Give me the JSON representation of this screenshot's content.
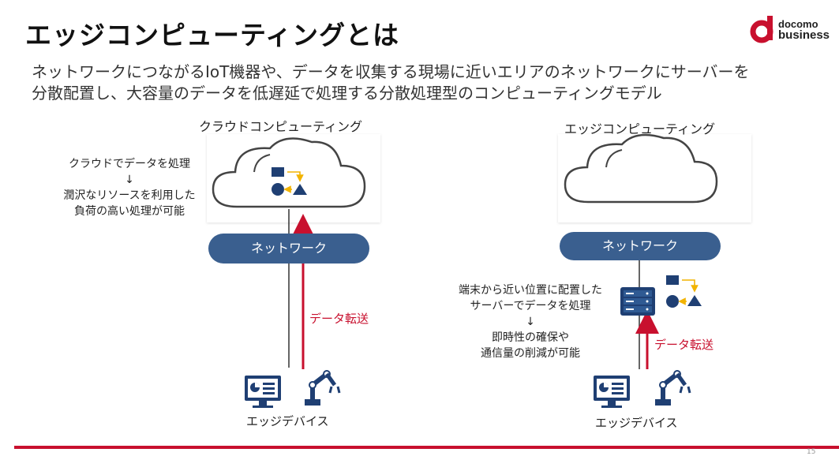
{
  "slide": {
    "title": "エッジコンピューティングとは",
    "subtitle_lines": [
      "ネットワークにつながるIoT機器や、データを収集する現場に近いエリアのネットワークにサーバーを",
      "分散配置し、大容量のデータを低遅延で処理する分散処理型のコンピューティングモデル"
    ],
    "page_number": "15"
  },
  "logo": {
    "line1": "docomo",
    "line2": "business"
  },
  "colors": {
    "network_pill": "#3a5f8f",
    "transfer_arrow": "#c8102e",
    "footer_bar": "#c8102e",
    "icon_navy": "#1f3f73",
    "process_arrow": "#f2b300"
  },
  "cloud_panel": {
    "title": "クラウドコンピューティング",
    "note_lines": [
      "クラウドでデータを処理",
      "↓",
      "潤沢なリソースを利用した",
      "負荷の高い処理が可能"
    ],
    "network_label": "ネットワーク",
    "transfer_label": "データ転送",
    "device_label": "エッジデバイス",
    "icons": [
      "cloud-icon",
      "process-shapes-icon",
      "monitor-dashboard-icon",
      "robot-arm-icon"
    ]
  },
  "edge_panel": {
    "title": "エッジコンピューティング",
    "note_lines": [
      "端末から近い位置に配置した",
      "サーバーでデータを処理",
      "↓",
      "即時性の確保や",
      "通信量の削減が可能"
    ],
    "network_label": "ネットワーク",
    "transfer_label": "データ転送",
    "device_label": "エッジデバイス",
    "icons": [
      "cloud-icon",
      "server-icon",
      "process-shapes-icon",
      "monitor-dashboard-icon",
      "robot-arm-icon"
    ]
  }
}
